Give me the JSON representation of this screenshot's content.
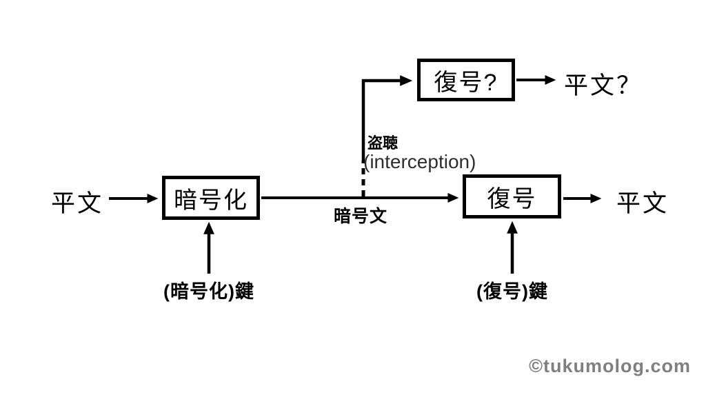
{
  "diagram": {
    "title_semantic": "encryption-decryption-interception-flow",
    "colors": {
      "stroke": "#000000",
      "text": "#000000",
      "interception_text": "#2e2e2e",
      "watermark": "#7f7f7f",
      "background": "#ffffff"
    },
    "nodes": {
      "encrypt_box": {
        "label": "暗号化"
      },
      "decrypt_box": {
        "label": "復号"
      },
      "intercept_decrypt_box": {
        "label": "復号?"
      }
    },
    "labels": {
      "plaintext_left": "平文",
      "plaintext_right": "平文",
      "plaintext_question": "平文？",
      "ciphertext": "暗号文",
      "eavesdrop": "盗聴",
      "interception": "(interception)",
      "encrypt_key": "(暗号化)鍵",
      "decrypt_key": "(復号)鍵"
    },
    "watermark": "©tukumolog.com",
    "edges": [
      "plaintext_left -> encrypt_box",
      "encrypt_box -> decrypt_box (carries: ciphertext)",
      "tap point (dashed) -> intercept_decrypt_box (eavesdrop / interception)",
      "intercept_decrypt_box -> plaintext_question",
      "decrypt_box -> plaintext_right",
      "encrypt_key -> encrypt_box",
      "decrypt_key -> decrypt_box"
    ]
  }
}
